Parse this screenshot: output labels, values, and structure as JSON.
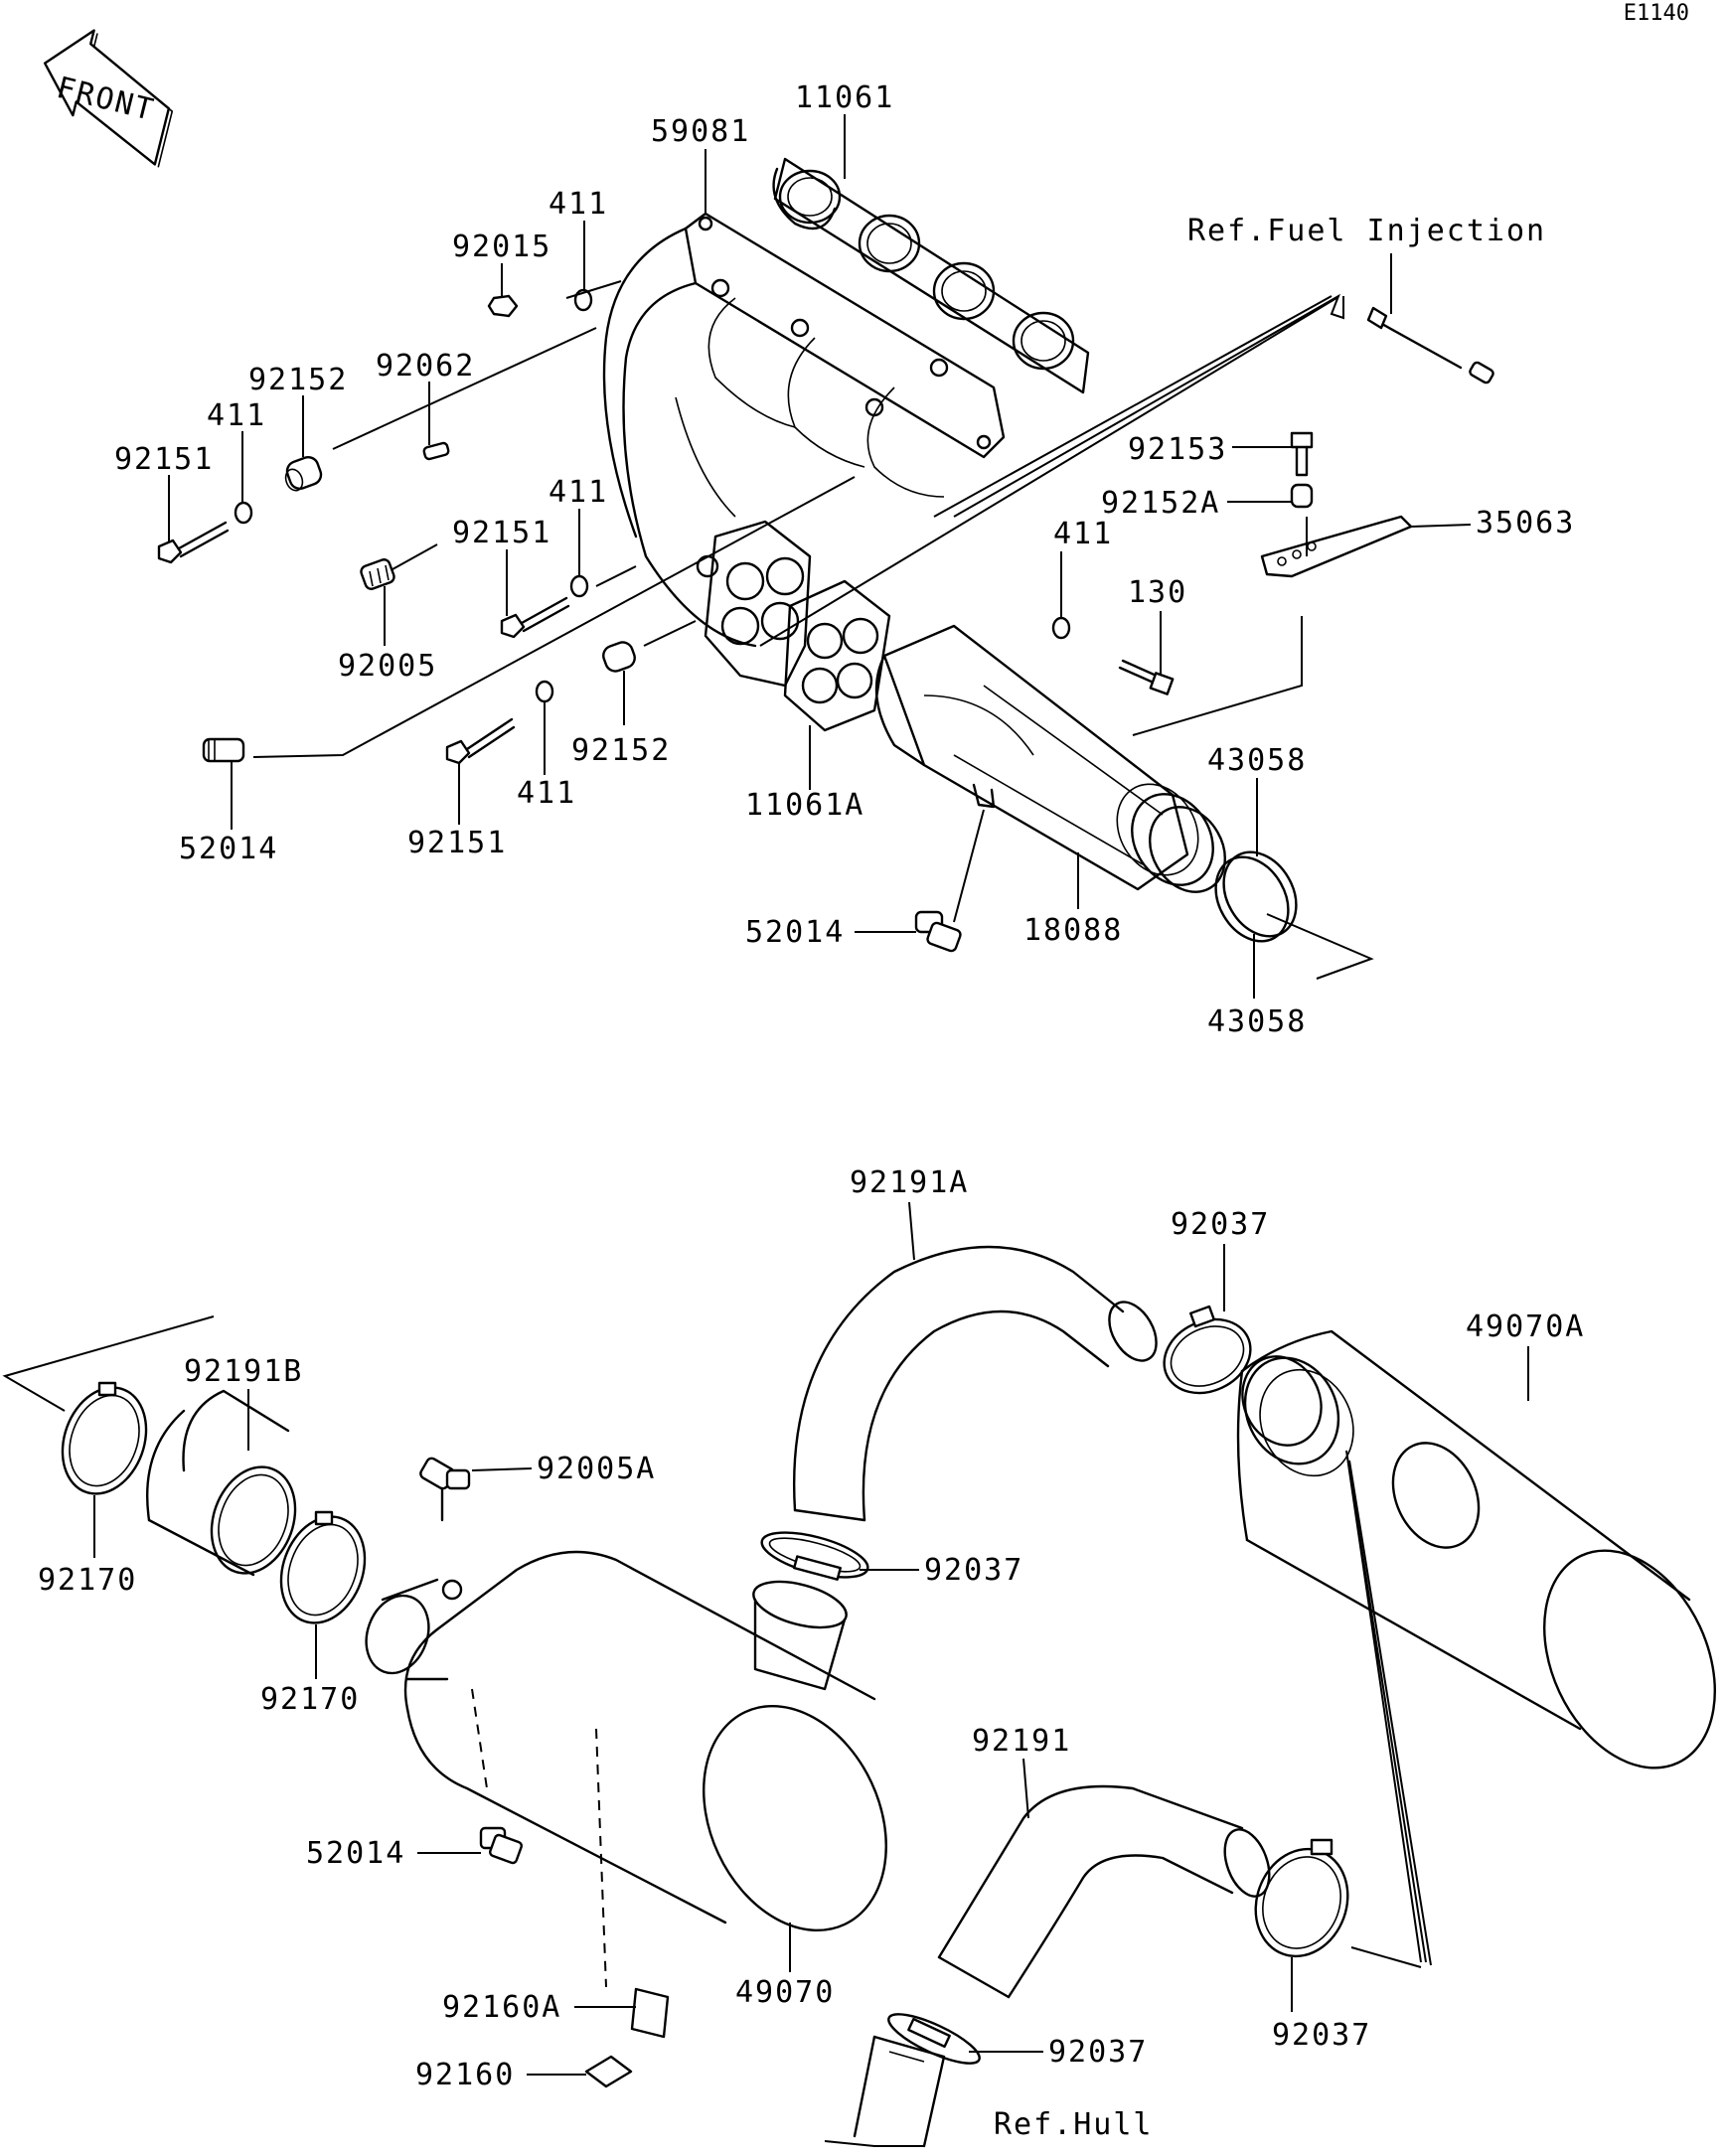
{
  "diagram_id": "E1140",
  "front_label": "FRONT",
  "references": {
    "fuel_injection": "Ref.Fuel Injection",
    "hull": "Ref.Hull"
  },
  "labels": {
    "p11061": "11061",
    "p59081": "59081",
    "p411_a": "411",
    "p92015": "92015",
    "p92152_a": "92152",
    "p92062": "92062",
    "p411_b": "411",
    "p92151_a": "92151",
    "p411_c": "411",
    "p92151_b": "92151",
    "p92005": "92005",
    "p92153": "92153",
    "p92152A": "92152A",
    "p35063": "35063",
    "p411_d": "411",
    "p130": "130",
    "p43058_a": "43058",
    "p92152_b": "92152",
    "p11061A": "11061A",
    "p411_e": "411",
    "p52014_a": "52014",
    "p92151_c": "92151",
    "p52014_b": "52014",
    "p18088": "18088",
    "p43058_b": "43058",
    "p92191A": "92191A",
    "p92037_a": "92037",
    "p49070A": "49070A",
    "p92191B": "92191B",
    "p92005A": "92005A",
    "p92170_a": "92170",
    "p92037_b": "92037",
    "p92170_b": "92170",
    "p52014_c": "52014",
    "p92191": "92191",
    "p49070": "49070",
    "p92160A": "92160A",
    "p92037_c": "92037",
    "p92037_d": "92037",
    "p92160": "92160"
  }
}
